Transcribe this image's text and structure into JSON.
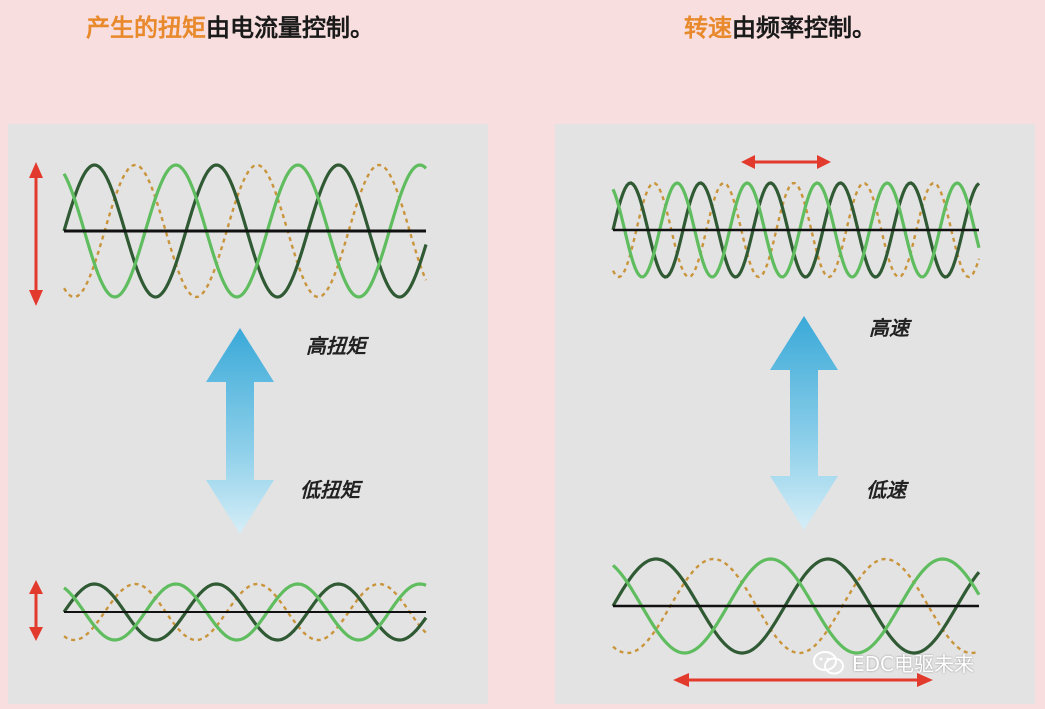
{
  "titles": {
    "left": {
      "highlight": "产生的扭矩",
      "rest": "由电流量控制。"
    },
    "right": {
      "highlight": "转速",
      "rest": "由频率控制。"
    }
  },
  "labels": {
    "high_torque": "高扭矩",
    "low_torque": "低扭矩",
    "high_speed": "高速",
    "low_speed": "低速"
  },
  "watermark": "EDC电驱未来",
  "colors": {
    "background": "#f8dede",
    "panel": "#e4e3e3",
    "highlight_text": "#e8892c",
    "wave_dark": "#2f5a34",
    "wave_light": "#5fbd5f",
    "wave_dashed": "#c9953c",
    "red_arrow": "#e23b2e",
    "blue_arrow": "#4bb8de"
  },
  "icons": [
    "double-arrow-vertical-red-icon",
    "double-arrow-horizontal-red-icon",
    "double-arrow-vertical-blue-icon",
    "wechat-icon"
  ]
}
